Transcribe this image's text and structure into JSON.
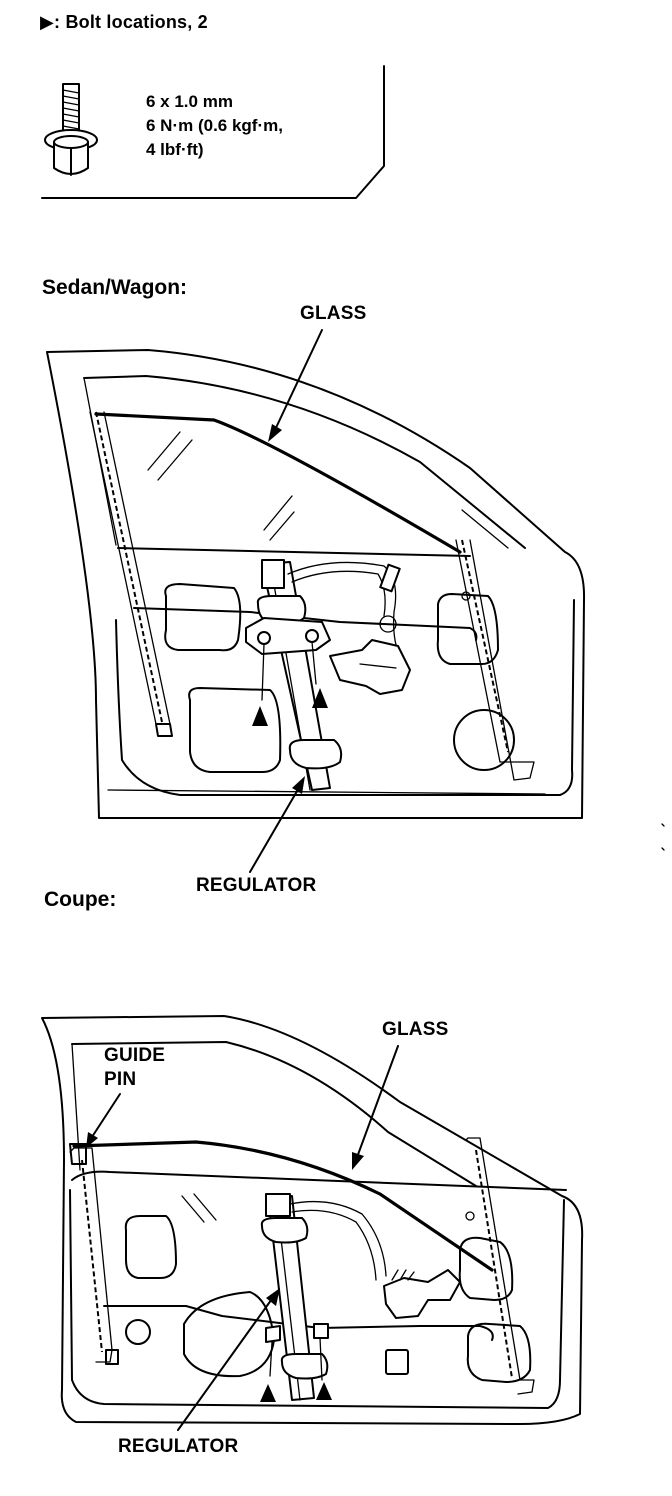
{
  "legend": {
    "marker": "▶",
    "text": ": Bolt locations, 2"
  },
  "bolt_spec": {
    "line1": "6 x 1.0 mm",
    "line2": "6 N·m (0.6 kgf·m,",
    "line3": "4 lbf·ft)"
  },
  "sedan": {
    "title": "Sedan/Wagon:",
    "glass_label": "GLASS",
    "regulator_label": "REGULATOR"
  },
  "coupe": {
    "title": "Coupe:",
    "guide_pin_label_1": "GUIDE",
    "guide_pin_label_2": "PIN",
    "glass_label": "GLASS",
    "regulator_label": "REGULATOR"
  }
}
